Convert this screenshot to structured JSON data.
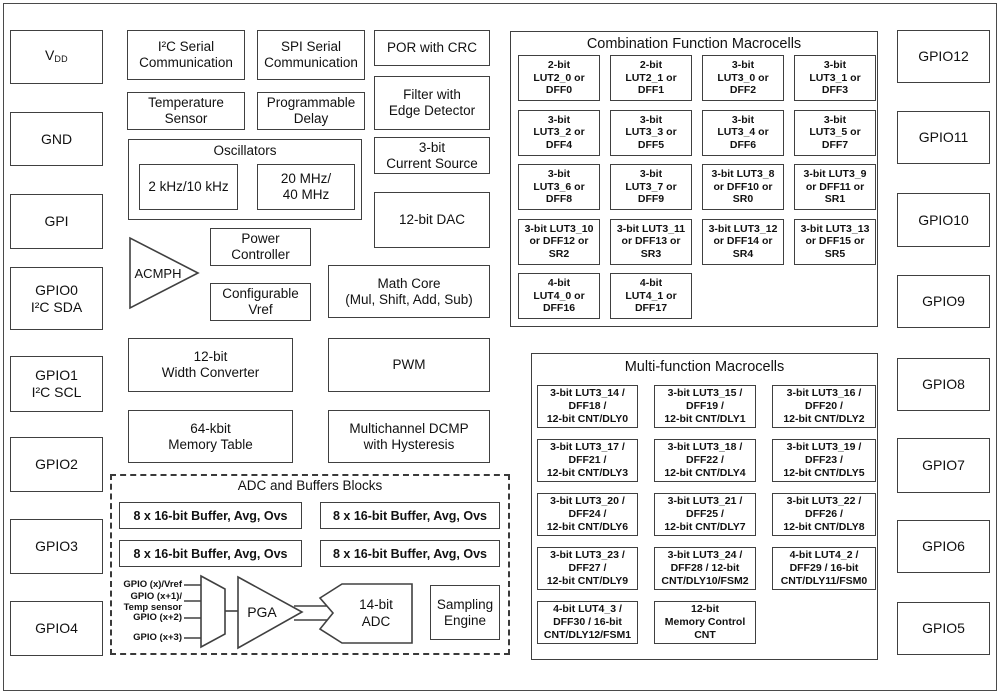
{
  "colors": {
    "border": "#404040",
    "background": "#ffffff",
    "text": "#111111"
  },
  "pins": {
    "left": [
      {
        "main": "V",
        "sub": "DD"
      },
      {
        "label": "GND"
      },
      {
        "label": "GPI"
      },
      {
        "label": "GPIO0\nI²C SDA"
      },
      {
        "label": "GPIO1\nI²C SCL"
      },
      {
        "label": "GPIO2"
      },
      {
        "label": "GPIO3"
      },
      {
        "label": "GPIO4"
      }
    ],
    "right": [
      {
        "label": "GPIO12"
      },
      {
        "label": "GPIO11"
      },
      {
        "label": "GPIO10"
      },
      {
        "label": "GPIO9"
      },
      {
        "label": "GPIO8"
      },
      {
        "label": "GPIO7"
      },
      {
        "label": "GPIO6"
      },
      {
        "label": "GPIO5"
      }
    ]
  },
  "blocks": {
    "i2c": "I²C Serial\nCommunication",
    "spi": "SPI Serial\nCommunication",
    "por": "POR with CRC",
    "temp_sensor": "Temperature\nSensor",
    "prog_delay": "Programmable\nDelay",
    "filter": "Filter with\nEdge Detector",
    "oscillators": {
      "title": "Oscillators",
      "low": "2 kHz/10 kHz",
      "high": "20 MHz/\n40 MHz"
    },
    "current_source": "3-bit\nCurrent Source",
    "dac": "12-bit DAC",
    "acmph": "ACMPH",
    "power_controller": "Power\nController",
    "vref": "Configurable\nVref",
    "math_core": "Math Core\n(Mul, Shift, Add, Sub)",
    "width_converter": "12-bit\nWidth Converter",
    "pwm": "PWM",
    "memory_table": "64-kbit\nMemory Table",
    "dcmp": "Multichannel DCMP\nwith Hysteresis"
  },
  "adc_section": {
    "title": "ADC and Buffers Blocks",
    "buffers": [
      "8 x 16-bit Buffer, Avg, Ovs",
      "8 x 16-bit Buffer, Avg, Ovs",
      "8 x 16-bit Buffer, Avg, Ovs",
      "8 x 16-bit Buffer, Avg, Ovs"
    ],
    "mux_inputs": [
      "GPIO (x)/Vref",
      "GPIO (x+1)/\nTemp sensor",
      "GPIO (x+2)",
      "GPIO (x+3)"
    ],
    "pga": "PGA",
    "adc": "14-bit\nADC",
    "sampling_engine": "Sampling\nEngine"
  },
  "combination_macrocells": {
    "title": "Combination Function Macrocells",
    "cells": [
      "2-bit\nLUT2_0 or\nDFF0",
      "2-bit\nLUT2_1 or\nDFF1",
      "3-bit\nLUT3_0 or\nDFF2",
      "3-bit\nLUT3_1 or\nDFF3",
      "3-bit\nLUT3_2 or\nDFF4",
      "3-bit\nLUT3_3 or\nDFF5",
      "3-bit\nLUT3_4 or\nDFF6",
      "3-bit\nLUT3_5 or\nDFF7",
      "3-bit\nLUT3_6 or\nDFF8",
      "3-bit\nLUT3_7 or\nDFF9",
      "3-bit LUT3_8\nor DFF10 or\nSR0",
      "3-bit LUT3_9\nor DFF11 or\nSR1",
      "3-bit LUT3_10\nor DFF12 or\nSR2",
      "3-bit LUT3_11\nor DFF13 or\nSR3",
      "3-bit LUT3_12\nor DFF14 or\nSR4",
      "3-bit LUT3_13\nor DFF15 or\nSR5",
      "4-bit\nLUT4_0 or\nDFF16",
      "4-bit\nLUT4_1 or\nDFF17"
    ]
  },
  "multifunction_macrocells": {
    "title": "Multi-function Macrocells",
    "cells": [
      "3-bit LUT3_14 /\nDFF18 /\n12-bit CNT/DLY0",
      "3-bit LUT3_15 /\nDFF19 /\n12-bit CNT/DLY1",
      "3-bit LUT3_16 /\nDFF20 /\n12-bit CNT/DLY2",
      "3-bit LUT3_17 /\nDFF21 /\n12-bit CNT/DLY3",
      "3-bit LUT3_18 /\nDFF22 /\n12-bit CNT/DLY4",
      "3-bit LUT3_19 /\nDFF23 /\n12-bit CNT/DLY5",
      "3-bit LUT3_20 /\nDFF24 /\n12-bit CNT/DLY6",
      "3-bit LUT3_21 /\nDFF25 /\n12-bit CNT/DLY7",
      "3-bit LUT3_22 /\nDFF26 /\n12-bit CNT/DLY8",
      "3-bit LUT3_23 /\nDFF27 /\n12-bit CNT/DLY9",
      "3-bit LUT3_24 /\nDFF28 / 12-bit\nCNT/DLY10/FSM2",
      "4-bit LUT4_2 /\nDFF29 / 16-bit\nCNT/DLY11/FSM0",
      "4-bit LUT4_3 /\nDFF30 / 16-bit\nCNT/DLY12/FSM1",
      "12-bit\nMemory Control\nCNT"
    ]
  }
}
